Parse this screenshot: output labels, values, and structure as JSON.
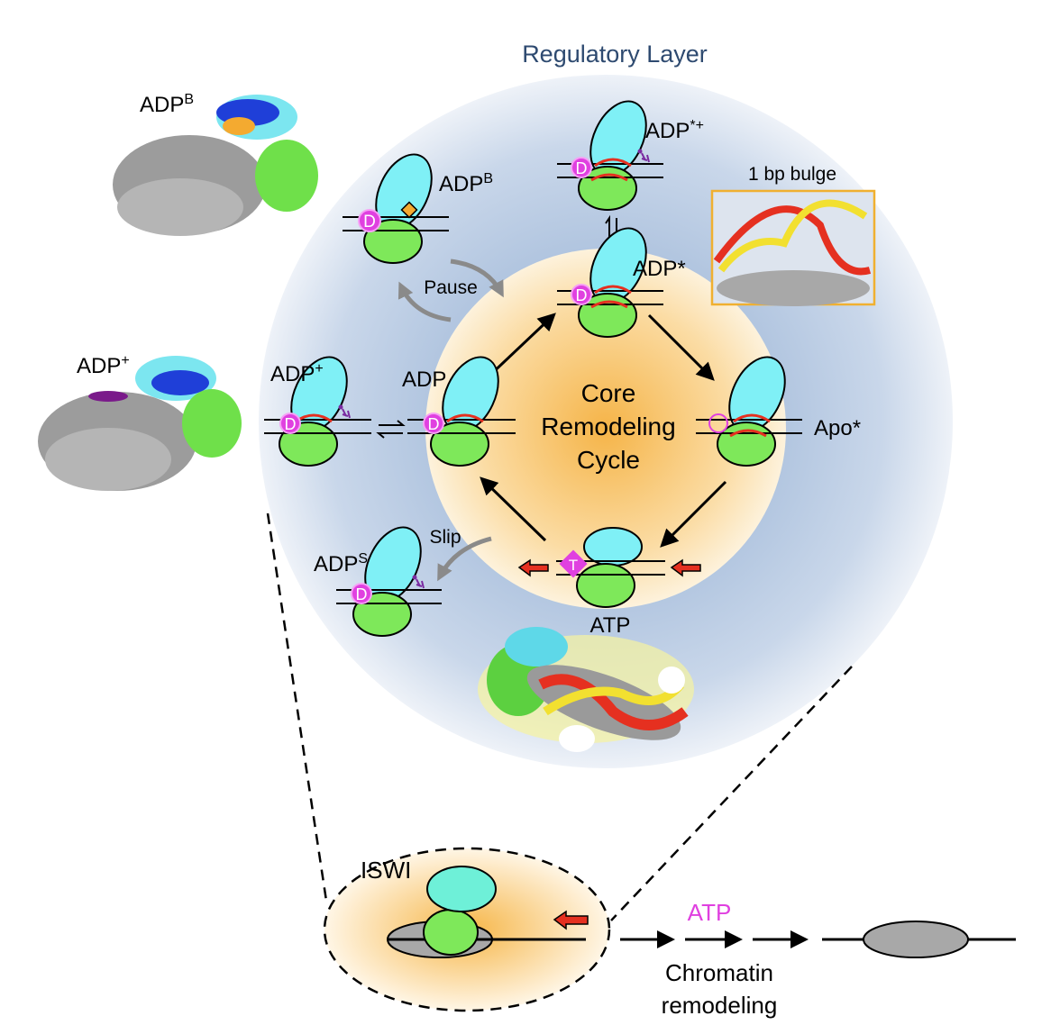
{
  "title": "Regulatory Layer",
  "core": {
    "line1": "Core",
    "line2": "Remodeling",
    "line3": "Cycle"
  },
  "states": {
    "adp_b": {
      "base": "ADP",
      "sup": "B"
    },
    "adp_star_plus": {
      "base": "ADP",
      "sup": "*+"
    },
    "adp_star": {
      "base": "ADP*",
      "sup": ""
    },
    "adp_plus": {
      "base": "ADP",
      "sup": "+"
    },
    "adp": {
      "base": "ADP",
      "sup": ""
    },
    "apo_star": {
      "base": "Apo*",
      "sup": ""
    },
    "atp": {
      "base": "ATP",
      "sup": ""
    },
    "adp_s": {
      "base": "ADP",
      "sup": "S"
    }
  },
  "transitions": {
    "pause": "Pause",
    "slip": "Slip"
  },
  "structures": {
    "adp_b": {
      "base": "ADP",
      "sup": "B"
    },
    "adp_plus": {
      "base": "ADP",
      "sup": "+"
    },
    "bulge": "1 bp bulge"
  },
  "nucleotide_marks": {
    "d": "D",
    "t": "T"
  },
  "bottom": {
    "enzyme": "ISWI",
    "atp": "ATP",
    "process_line1": "Chromatin",
    "process_line2": "remodeling"
  },
  "colors": {
    "title": "#2e4a70",
    "cyan": "#7ff0f6",
    "green": "#7ee85a",
    "magenta": "#e040e0",
    "red": "#e53020",
    "orange_core": "#f7c66a",
    "blue_layer": "#c3d3e8",
    "bulge_border": "#f0b030"
  }
}
